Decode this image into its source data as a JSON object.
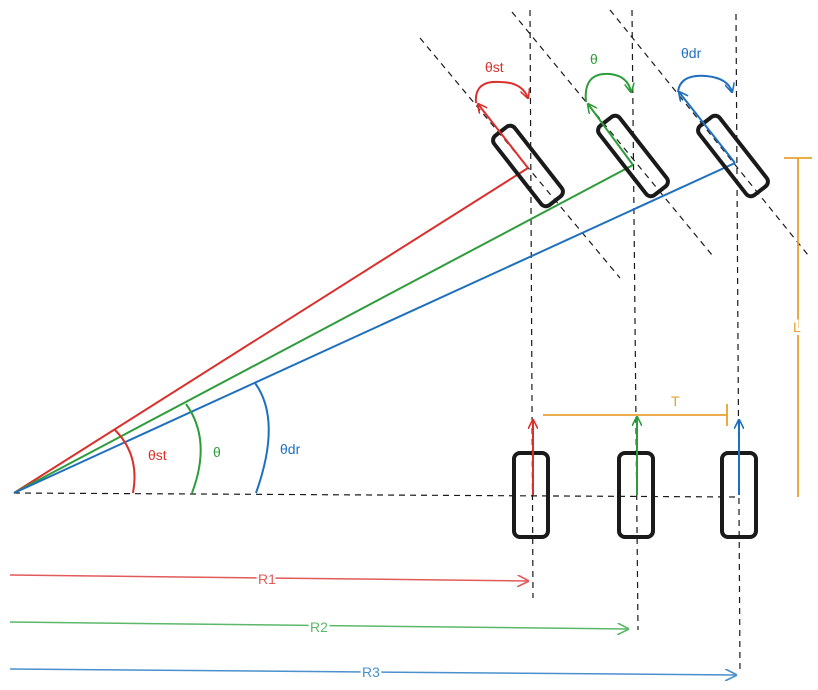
{
  "colors": {
    "steer": "#d9302b",
    "mean": "#2e9c3a",
    "drive": "#1f6fbf",
    "dim": "#e8a030",
    "wheel": "#1a1a1a",
    "dash": "#1a1a1a",
    "r1": "#e25a5a",
    "r2": "#5bb86a",
    "r3": "#4a90cc"
  },
  "labels": {
    "theta_st": "θst",
    "theta": "θ",
    "theta_dr": "θdr",
    "L": "L",
    "T": "T",
    "R1": "R1",
    "R2": "R2",
    "R3": "R3"
  }
}
